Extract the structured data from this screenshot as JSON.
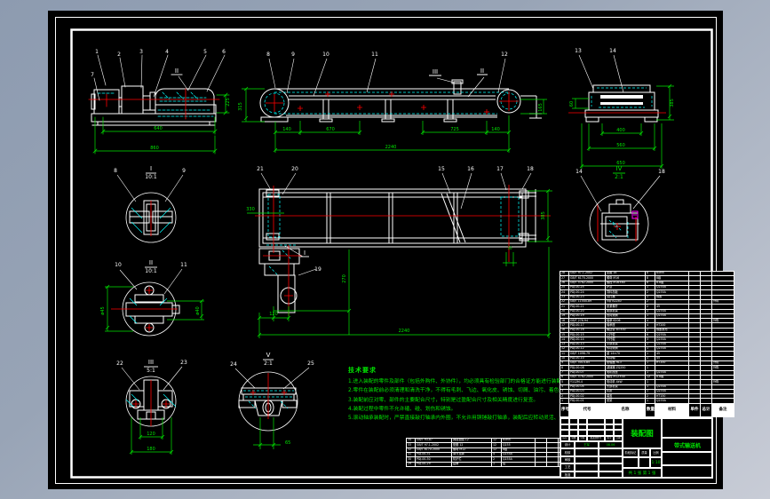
{
  "canvas": {
    "background_top": "#8d9bb0",
    "background_bottom": "#c8ccd6",
    "sheet_color": "#000000",
    "line_color": "#ffffff",
    "dim_color": "#00e600",
    "center_color": "#ff0000",
    "hidden_color": "#00ffff",
    "highlight_color": "#ff00ff"
  },
  "views": {
    "front": {
      "callouts": [
        "1",
        "2",
        "3",
        "4",
        "5",
        "6",
        "7"
      ],
      "section_mark": "II",
      "dims": [
        "225",
        "640",
        "860"
      ]
    },
    "side": {
      "callouts": [
        "8",
        "9",
        "10",
        "11",
        "12"
      ],
      "section_marks": [
        "III",
        "II"
      ],
      "dims": [
        "140",
        "670",
        "725",
        "140",
        "2240",
        "315",
        "165"
      ]
    },
    "end": {
      "callouts": [
        "13",
        "14"
      ],
      "dims": [
        "60",
        "385",
        "400",
        "560",
        "650"
      ]
    },
    "plan": {
      "callouts": [
        "21",
        "20",
        "15",
        "16",
        "17",
        "18"
      ],
      "extra_callout": "19",
      "detail_mark": "I",
      "dims": [
        "330",
        "385",
        "270",
        "120",
        "2240",
        "30"
      ]
    }
  },
  "details": [
    {
      "id": "I",
      "scale": "10:1",
      "callouts": [
        "8",
        "9"
      ],
      "dims": []
    },
    {
      "id": "II",
      "scale": "10:1",
      "callouts": [
        "10",
        "11"
      ],
      "dims": [
        "ø45",
        "ø40"
      ]
    },
    {
      "id": "III",
      "scale": "5:1",
      "callouts": [
        "22",
        "23"
      ],
      "dims": [
        "120",
        "180"
      ]
    },
    {
      "id": "V",
      "scale": "2:1",
      "callouts": [
        "24",
        "25"
      ],
      "dims": [
        "65"
      ]
    },
    {
      "id": "IV",
      "scale": "2:1",
      "callouts": [
        "14",
        "18"
      ],
      "dims": []
    }
  ],
  "notes": {
    "title": "技术要求",
    "lines": [
      "1.进入装配的零件及部件（包括外购件、外协件），均必须具有检验部门的合格证方能进行装配。",
      "2.零件在装配前必须清理和清洗干净，不得有毛刺、飞边、氧化皮、锈蚀、切屑、油污、着色剂和灰尘等。",
      "3.装配前应对零、部件的主要配合尺寸，特别是过盈配合尺寸及相关精度进行复查。",
      "4.装配过程中零件不允许磕、碰、划伤和锈蚀。",
      "5.滚动轴承装配时，严禁直接敲打轴承内外圈，不允许用铜锤敲打轴承，装配后应转动灵活、无卡滞现象。"
    ]
  },
  "bom_main": {
    "headers": {
      "no": "序号",
      "code": "代号",
      "name": "名称",
      "qty": "数量",
      "material": "材料",
      "weight": "重量",
      "unit": "单件",
      "total": "总计",
      "remark": "备注"
    },
    "rows": [
      [
        "28",
        "GB/T 97.1-2002",
        "垫圈 16",
        "8",
        "65Mn",
        "",
        "",
        ""
      ],
      [
        "27",
        "GB/T 6170-2000",
        "螺母 M16",
        "8",
        "8级",
        "",
        "",
        ""
      ],
      [
        "26",
        "GB/T 5782-2000",
        "螺栓 M16×60",
        "8",
        "8.8级",
        "",
        "",
        ""
      ],
      [
        "25",
        "PDJ-00-25",
        "护罩",
        "1",
        "Q235A",
        "",
        "",
        ""
      ],
      [
        "24",
        "PDJ-00-24",
        "导料挡板",
        "2",
        "Q235A",
        "",
        "",
        ""
      ],
      [
        "23",
        "PDJ-00-23",
        "清扫器",
        "1",
        "橡胶",
        "",
        "",
        ""
      ],
      [
        "22",
        "GB/T 11544-89",
        "V带 B2240",
        "2",
        "",
        "",
        "",
        "外购"
      ],
      [
        "21",
        "PDJ-00-21",
        "张紧螺杆",
        "2",
        "45",
        "",
        "",
        ""
      ],
      [
        "20",
        "PDJ-00-20",
        "尾部机架",
        "1",
        "Q235A",
        "",
        "",
        ""
      ],
      [
        "19",
        "PDJ-00-19",
        "改向滚筒",
        "1",
        "Q235A",
        "",
        "",
        ""
      ],
      [
        "18",
        "GB/T 276-94",
        "轴承 6206",
        "4",
        "",
        "",
        "",
        "外购"
      ],
      [
        "17",
        "PDJ-00-17",
        "轴承座",
        "4",
        "HT200",
        "",
        "",
        ""
      ],
      [
        "16",
        "PDJ-00-16",
        "输送带 B=500",
        "1",
        "橡胶帆布",
        "",
        "",
        ""
      ],
      [
        "15",
        "PDJ-00-15",
        "上托辊",
        "6",
        "Q235A",
        "",
        "",
        ""
      ],
      [
        "14",
        "PDJ-00-14",
        "下托辊",
        "3",
        "Q235A",
        "",
        "",
        ""
      ],
      [
        "13",
        "PDJ-00-13",
        "中部机架",
        "1",
        "Q235A",
        "",
        "",
        ""
      ],
      [
        "12",
        "PDJ-00-12",
        "传动滚筒",
        "1",
        "Q235A",
        "",
        "",
        ""
      ],
      [
        "11",
        "GB/T 1096-79",
        "键 14×70",
        "1",
        "45",
        "",
        "",
        ""
      ],
      [
        "10",
        "PDJ-00-10",
        "传动轴",
        "1",
        "45",
        "",
        "",
        ""
      ],
      [
        "9",
        "GB/T 5014-85",
        "联轴器 HL3",
        "1",
        "HT200",
        "",
        "",
        "外购"
      ],
      [
        "8",
        "PDJ-00-08",
        "减速器 ZQ250",
        "1",
        "",
        "",
        "",
        "外购"
      ],
      [
        "7",
        "PDJ-00-07",
        "电机底座",
        "1",
        "Q235A",
        "",
        "",
        ""
      ],
      [
        "6",
        "GB/T 5782-2000",
        "螺栓 M12×40",
        "12",
        "8.8级",
        "",
        "",
        ""
      ],
      [
        "5",
        "Y112M-4",
        "电动机 4kW",
        "1",
        "",
        "",
        "",
        "外购"
      ],
      [
        "4",
        "PDJ-00-04",
        "头部机架",
        "1",
        "Q235A",
        "",
        "",
        ""
      ],
      [
        "3",
        "PDJ-00-03",
        "机座",
        "1",
        "Q235A",
        "",
        "",
        ""
      ],
      [
        "2",
        "PDJ-00-02",
        "端盖",
        "2",
        "HT150",
        "",
        "",
        ""
      ],
      [
        "1",
        "PDJ-00-01",
        "底架",
        "1",
        "Q235A",
        "",
        "",
        ""
      ]
    ]
  },
  "bom_side": {
    "rows": [
      [
        "34",
        "GB/T 93-87",
        "弹簧垫圈 12",
        "12",
        "65Mn",
        "",
        "",
        "1"
      ],
      [
        "33",
        "GB/T 97.1-2002",
        "垫圈 12",
        "12",
        "Q235",
        "",
        "",
        "1"
      ],
      [
        "32",
        "GB/T 6170-2000",
        "螺母 M12",
        "12",
        "8级",
        "",
        "",
        "2"
      ],
      [
        "31",
        "PDJ-00-31",
        "调节支脚",
        "4",
        "Q235A",
        "",
        "",
        "1"
      ],
      [
        "30",
        "PDJ-00-30",
        "防护栏",
        "2",
        "Q235A",
        "",
        "",
        "2"
      ],
      [
        "29",
        "PDJ-00-29",
        "铭牌",
        "1",
        "铝",
        "",
        "",
        "1"
      ]
    ]
  },
  "title_block": {
    "title": "装配图",
    "product": "带式输送机",
    "revision_headers": [
      "标记",
      "处数",
      "分区",
      "更改文件号",
      "签字",
      "日期"
    ],
    "roles": [
      {
        "role": "设计",
        "name": "王军",
        "date": "08.06"
      },
      {
        "role": "校核",
        "name": "",
        "date": ""
      },
      {
        "role": "审核",
        "name": "",
        "date": ""
      },
      {
        "role": "工艺",
        "name": "",
        "date": ""
      },
      {
        "role": "批准",
        "name": "",
        "date": ""
      }
    ],
    "stage_label": "阶段标记",
    "mass_label": "质量",
    "scale_label": "比例",
    "scale_value": "1:10",
    "sheet_text": "共 1 张  第 1 张"
  }
}
